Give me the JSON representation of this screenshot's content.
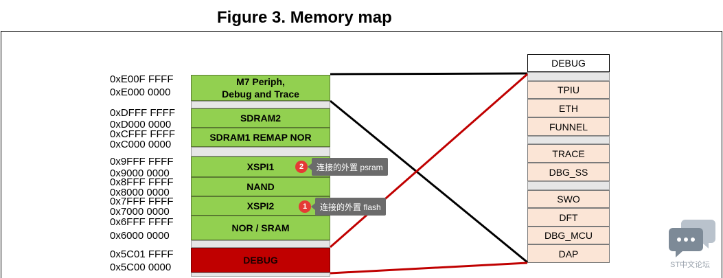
{
  "title": "Figure 3. Memory map",
  "addresses": [
    "0xE00F FFFF",
    "0xE000 0000",
    "0xDFFF FFFF",
    "0xD000 0000",
    "0xCFFF FFFF",
    "0xC000 0000",
    "0x9FFF FFFF",
    "0x9000 0000",
    "0x8FFF FFFF",
    "0x8000 0000",
    "0x7FFF FFFF",
    "0x7000 0000",
    "0x6FFF FFFF",
    "0x6000 0000",
    "0x5C01 FFFF",
    "0x5C00 0000"
  ],
  "memory_blocks": {
    "m7_line1": "M7 Periph,",
    "m7_line2": "Debug and Trace",
    "sdram2": "SDRAM2",
    "sdram1": "SDRAM1 REMAP NOR",
    "xspi1": "XSPI1",
    "nand": "NAND",
    "xspi2": "XSPI2",
    "nor_sram": "NOR / SRAM",
    "debug": "DEBUG"
  },
  "debug_map": [
    "DEBUG",
    "TPIU",
    "ETH",
    "FUNNEL",
    "TRACE",
    "DBG_SS",
    "SWO",
    "DFT",
    "DBG_MCU",
    "DAP"
  ],
  "callouts": [
    {
      "badge": "2",
      "text": "连接的外置 psram"
    },
    {
      "badge": "1",
      "text": "连接的外置 flash"
    }
  ],
  "watermark": "ST中文论坛",
  "colors": {
    "green": "#92d050",
    "red": "#c00000",
    "peach": "#fbe5d6",
    "gap": "#e6e6e6",
    "line_red": "#c00000"
  }
}
